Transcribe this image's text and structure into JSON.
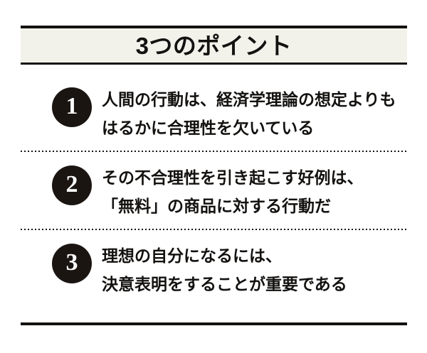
{
  "header": {
    "title": "3つのポイント",
    "band_color": "#f2f2eb",
    "rule_color": "#141210"
  },
  "points": [
    {
      "number": "1",
      "lines": [
        "人間の行動は、経済学理論の想定よりも",
        "はるかに合理性を欠いている"
      ]
    },
    {
      "number": "2",
      "lines": [
        "その不合理性を引き起こす好例は、",
        "「無料」の商品に対する行動だ"
      ]
    },
    {
      "number": "3",
      "lines": [
        "理想の自分になるには、",
        "決意表明をすることが重要である"
      ]
    }
  ],
  "style": {
    "badge_color": "#1b1512",
    "badge_text_color": "#ffffff",
    "text_color": "#141210",
    "background": "#ffffff"
  }
}
